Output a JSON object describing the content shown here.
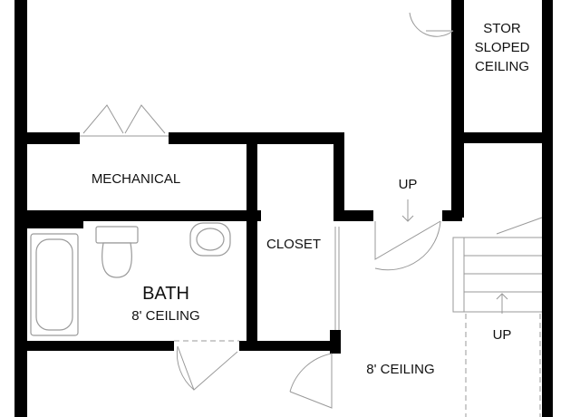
{
  "rooms": {
    "stor_line1": "STOR",
    "stor_line2": "SLOPED",
    "stor_line3": "CEILING",
    "mechanical": "MECHANICAL",
    "bath": "BATH",
    "bath_ceiling": "8' CEILING",
    "closet": "CLOSET",
    "hall_ceiling": "8' CEILING"
  },
  "stairs": {
    "up_center": "UP",
    "up_right": "UP"
  },
  "colors": {
    "wall": "#000000",
    "fixture_line": "#999999",
    "background": "#ffffff"
  }
}
